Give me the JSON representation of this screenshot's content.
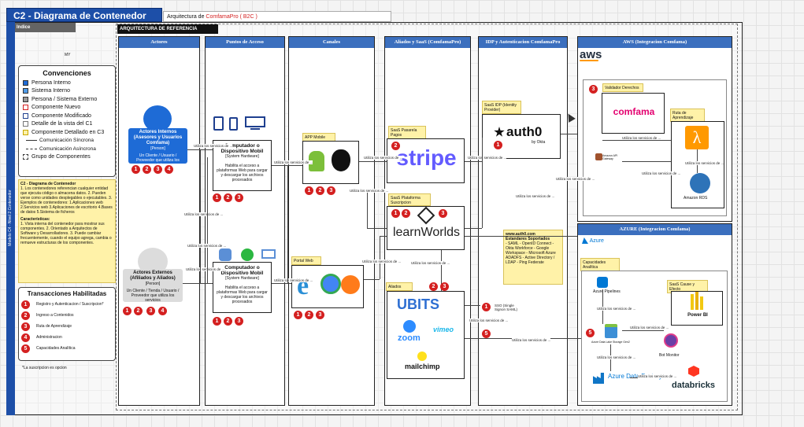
{
  "header": {
    "title": "C2 - Diagrama de Contenedor",
    "subtitle_prefix": "Arquitectura de ",
    "subtitle_brand": "ComfamaPro ( B2C )",
    "index": "Indice",
    "vertical_label": "Modelo C4 - Nivel 2 Contenedor",
    "ref_title": "ARQUITECTURA DE REFERENCIA",
    "tiny_mark": "MY"
  },
  "conventions": {
    "title": "Convenciones",
    "items": [
      {
        "label": "Persona Interno",
        "color": "#1e6bd6"
      },
      {
        "label": "Sistema Interno",
        "color": "#4f9be8"
      },
      {
        "label": "Persona / Sistema Externo",
        "color": "#9a9a9a"
      },
      {
        "label": "Componente Nuevo",
        "color": "#ffffff",
        "border": "#d42020"
      },
      {
        "label": "Componente Modificado",
        "color": "#ffffff",
        "border": "#1e3f8f"
      },
      {
        "label": "Detalle de la vista del C1",
        "color": "#ffffff",
        "border": "#777777"
      },
      {
        "label": "Componente Detallado en C3",
        "color": "#fff2a8",
        "border": "#c9a800"
      }
    ],
    "sync": "Comunicación Síncrona",
    "async": "Comunicación Asíncrona",
    "group": "Grupo de Componentes"
  },
  "notes": {
    "title": "C2 - Diagrama de Contenedor",
    "body": "1. Los contenedores referencian cualquier entidad que ejecuta código o almacena datos. 2. Pueden verse como unidades desplegables o ejecutables. 3. Ejemplos de contenedores: 1.Aplicaciones web 2.Servicios web 3.Aplicaciones de escritorio 4.Bases de datos 5.Sistema de ficheros",
    "char_title": "Características:",
    "char_body": "1. Vista interna del contenedor para mostrar sus componentes. 2. Orientado a Arquitectos de Software y Desarrolladores. 3. Puede cambiar frecuentemente, cuando el equipo agrega, cambia o remueve estructuras de los componentes."
  },
  "transactions": {
    "title": "Transacciones Habilitadas",
    "items": [
      {
        "n": "1",
        "label": "Registro y Autenticacion / Suscripcion*"
      },
      {
        "n": "2",
        "label": "Ingreso a Contenidos"
      },
      {
        "n": "3",
        "label": "Ruta de Aprendizaje"
      },
      {
        "n": "4",
        "label": "Administracion"
      },
      {
        "n": "5",
        "label": "Capacidades Analítica"
      }
    ],
    "footnote": "*La suscripcion es opcion"
  },
  "lanes": {
    "actores": "Actores",
    "puntos": "Puntos de Acceso",
    "canales": "Canales",
    "aliados": "Aliados y SaaS (ComfamaPro)",
    "idp": "IDP y Autenticacion ComfamaPro",
    "aws": "AWS (Integracion Comfama)",
    "azure": "AZURE (Integracion Comfama)"
  },
  "actors": {
    "internal_title": "Actores Internos (Asesores y Usuarios Comfama)",
    "internal_tag": "[Person]",
    "internal_desc": "Un Cliente / Usuario / Proveedor que utiliza los servicios",
    "external_title": "Actores Externos (Afiliados y Aliados)",
    "external_tag": "[Person]",
    "external_desc": "Un Cliente / Tienda / Usuario / Proveedor que utiliza los servicios"
  },
  "devices": {
    "title": "Computador o Dispositivo Mobil",
    "tag": "[System Hardware]",
    "desc": "Habilita el acceso a plataformas Web para cargar y descargar los archivos procesados"
  },
  "canales": {
    "app": "APP Mobile",
    "portal": "Portal Web"
  },
  "saas": {
    "pasarela": "SaaS Pasarela Pagos",
    "stripe": "stripe",
    "plataforma": "SaaS Plataforma Suscripcion",
    "learnworlds": "learnWorlds",
    "aliados": "Aliados",
    "ubits": "UBITS",
    "zoom": "zoom",
    "vimeo": "vimeo",
    "mailchimp": "mailchimp"
  },
  "idp": {
    "label": "SaaS IDP (Identity Provider)",
    "auth0": "auth0",
    "by": "by Okta",
    "site": "www.auth0.com",
    "standards_title": "Estandares Soportados",
    "standards": "- SAML - OpenID Connect - Okta Workforce - Google Workspace - Microsoft Azure ADADFS - Active Directory / LDAP - Ping Federate",
    "sso": "SSO (Single Signon SAML)"
  },
  "aws": {
    "logo": "aws",
    "validador": "Validador Derechos",
    "comfama": "comfama",
    "ruta": "Ruta de Aprendizaje",
    "gateway": "Amazon API Gateway",
    "rds": "Amazon RDS"
  },
  "azure": {
    "logo": "Azure",
    "capacidades": "Capacidades Analítica",
    "pipelines": "Azure Pipelines",
    "saas_cause": "SaaS Cause y Efecto",
    "powerbi": "Power BI",
    "datalake": "Azure Data Lake Storage Gen2",
    "bot": "Bot Monitor",
    "datafactory": "Azure Data Factory",
    "databricks": "databricks"
  },
  "conn": {
    "uses": "Utiliza los servicios de ..."
  }
}
